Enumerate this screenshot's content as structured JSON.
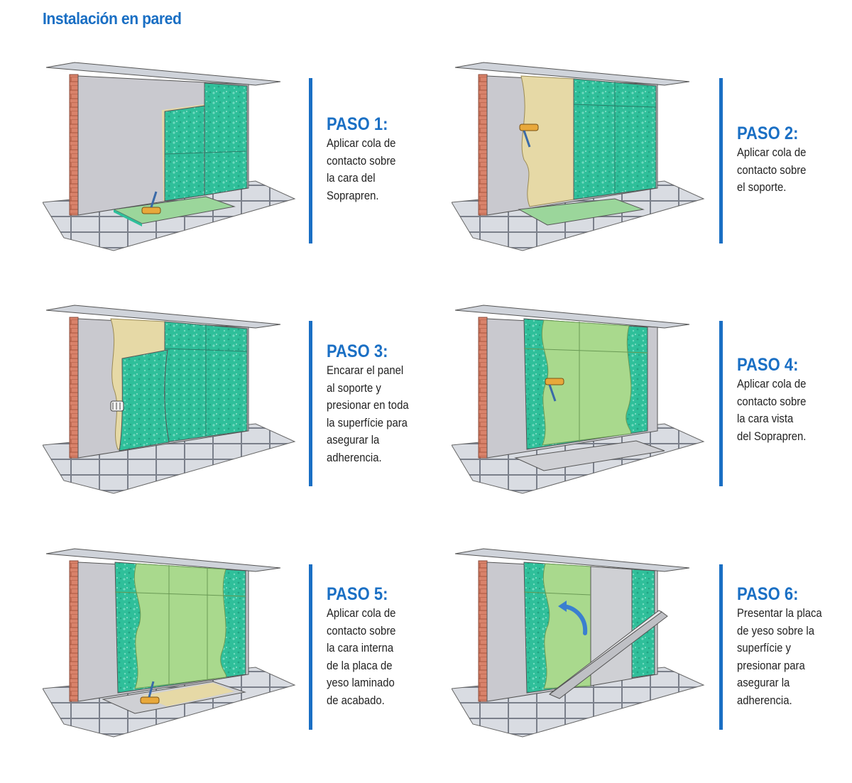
{
  "title": "Instalación en pared",
  "colors": {
    "accent": "#1a6fc4",
    "brick": "#d9826a",
    "wall": "#c9c9cf",
    "panel": "#2fbf9a",
    "glue": "#e6d9a6",
    "glue_green": "#a9d98d",
    "floor": "#d9dce2",
    "gypsum": "#cfd0d4"
  },
  "steps": [
    {
      "heading": "PASO 1:",
      "lines": [
        "Aplicar cola de",
        "contacto sobre",
        "la cara del",
        "Soprapren."
      ],
      "icons": [
        "paint-roller-icon"
      ]
    },
    {
      "heading": "PASO 2:",
      "lines": [
        "Aplicar cola de",
        "contacto sobre",
        "el soporte."
      ],
      "icons": [
        "paint-roller-icon"
      ]
    },
    {
      "heading": "PASO 3:",
      "lines": [
        "Encarar el panel",
        "al soporte y",
        "presionar en toda",
        "la superfície para",
        "asegurar la",
        "adherencia."
      ],
      "icons": [
        "pressing-hand-icon"
      ]
    },
    {
      "heading": "PASO 4:",
      "lines": [
        "Aplicar cola de",
        "contacto sobre",
        "la cara vista",
        "del Soprapren."
      ],
      "icons": [
        "paint-roller-icon"
      ]
    },
    {
      "heading": "PASO 5:",
      "lines": [
        "Aplicar cola de",
        "contacto sobre",
        "la cara interna",
        "de la placa de",
        "yeso laminado",
        "de acabado."
      ],
      "icons": [
        "paint-roller-icon"
      ]
    },
    {
      "heading": "PASO 6:",
      "lines": [
        "Presentar la placa",
        "de yeso sobre la",
        "superfície y",
        "presionar para",
        "asegurar la",
        "adherencia."
      ],
      "icons": [
        "curved-arrow-icon"
      ]
    }
  ]
}
